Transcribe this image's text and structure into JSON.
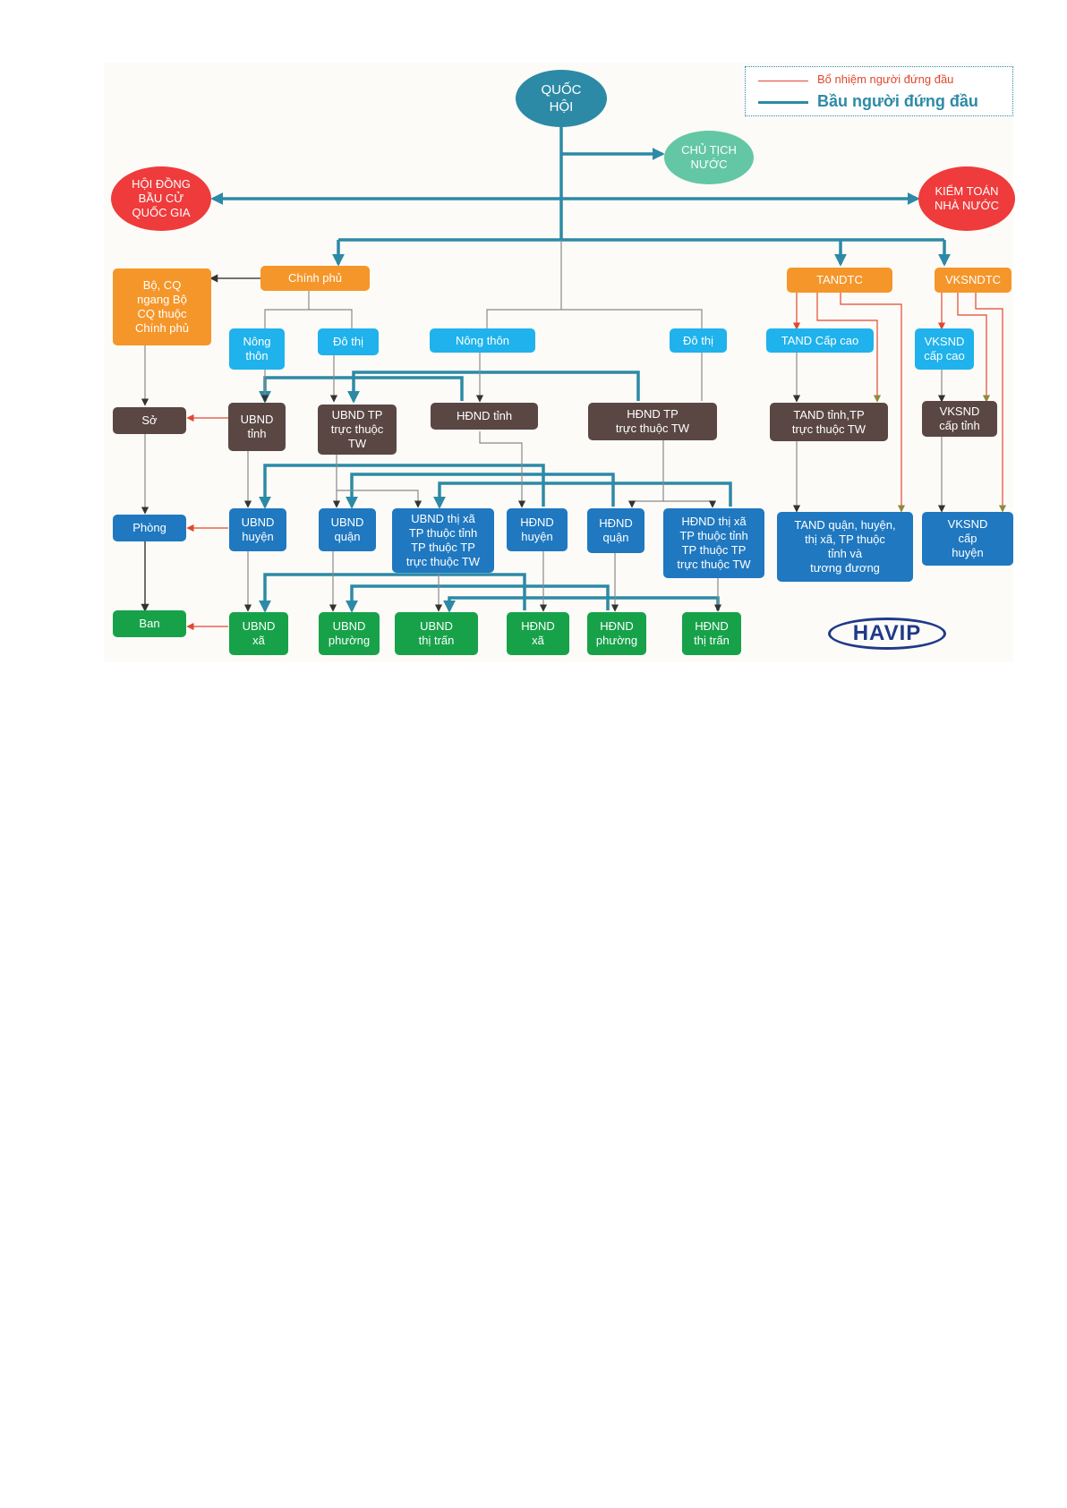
{
  "legend": {
    "appoint_label": "Bổ nhiệm người đứng đầu",
    "elect_label": "Bầu người đứng đầu",
    "appoint_color": "#e0482f",
    "elect_color": "#2c8aa6"
  },
  "logo_text": "HAVIP",
  "nodes": {
    "quoc_hoi": "QUỐC\nHỘI",
    "chu_tich_nuoc": "CHỦ TỊCH\nNƯỚC",
    "hoi_dong_bau_cu": "HỘI ĐỒNG\nBẦU CỬ\nQUỐC GIA",
    "kiem_toan": "KIỂM TOÁN\nNHÀ NƯỚC",
    "chinh_phu": "Chính phủ",
    "bo_cq": "Bộ, CQ\nngang Bộ\nCQ thuộc\nChính phủ",
    "tandtc": "TANDTC",
    "vksndtc": "VKSNDTC",
    "nong_thon_1": "Nông\nthôn",
    "do_thi_1": "Đô thị",
    "nong_thon_2": "Nông thôn",
    "do_thi_2": "Đô thị",
    "tand_cap_cao": "TAND Cấp cao",
    "vksnd_cap_cao": "VKSND\ncấp cao",
    "so": "Sở",
    "ubnd_tinh": "UBND\ntỉnh",
    "ubnd_tp_tw": "UBND TP\ntrực thuộc\nTW",
    "hdnd_tinh": "HĐND tỉnh",
    "hdnd_tp_tw": "HĐND TP\ntrực thuộc TW",
    "tand_tinh": "TAND tỉnh,TP\ntrực thuộc TW",
    "vksnd_tinh": "VKSND\ncấp tỉnh",
    "phong": "Phòng",
    "ubnd_huyen": "UBND\nhuyện",
    "ubnd_quan": "UBND\nquận",
    "ubnd_thi_xa": "UBND thị xã\nTP thuộc tỉnh\nTP thuộc TP\ntrực thuộc TW",
    "hdnd_huyen": "HĐND\nhuyện",
    "hdnd_quan": "HĐND\nquận",
    "hdnd_thi_xa": "HĐND thị xã\nTP thuộc tỉnh\nTP thuộc TP\ntrực thuộc TW",
    "tand_quan": "TAND quận, huyện,\nthị xã, TP thuộc\ntỉnh và\ntương đương",
    "vksnd_huyen": "VKSND\ncấp\nhuyện",
    "ban": "Ban",
    "ubnd_xa": "UBND\nxã",
    "ubnd_phuong": "UBND\nphường",
    "ubnd_thi_tran": "UBND\nthị trấn",
    "hdnd_xa": "HĐND\nxã",
    "hdnd_phuong": "HĐND\nphường",
    "hdnd_thi_tran": "HĐND\nthị trấn"
  }
}
